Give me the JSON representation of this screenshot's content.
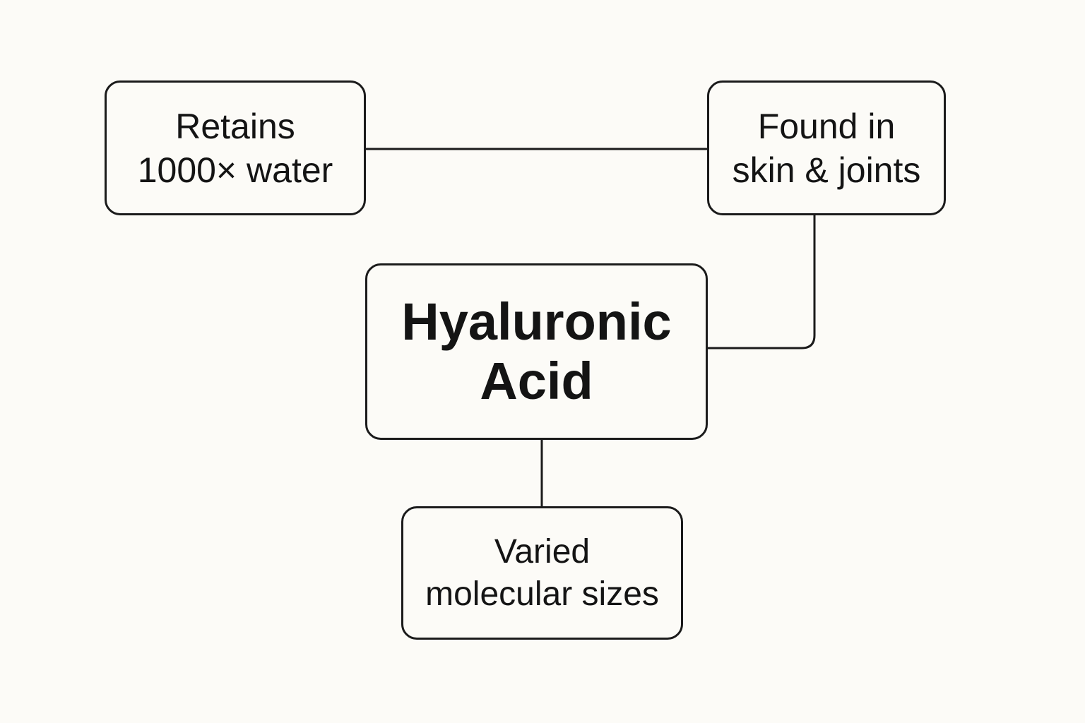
{
  "diagram": {
    "center": {
      "lines": [
        "Hyaluronic",
        "Acid"
      ]
    },
    "nodes": {
      "retains": {
        "lines": [
          "Retains",
          "1000× water"
        ]
      },
      "found": {
        "lines": [
          "Found in",
          "skin & joints"
        ]
      },
      "varied": {
        "lines": [
          "Varied",
          "molecular sizes"
        ]
      }
    }
  },
  "colors": {
    "background": "#fcfbf7",
    "stroke": "#1b1b1b",
    "text": "#141414"
  }
}
